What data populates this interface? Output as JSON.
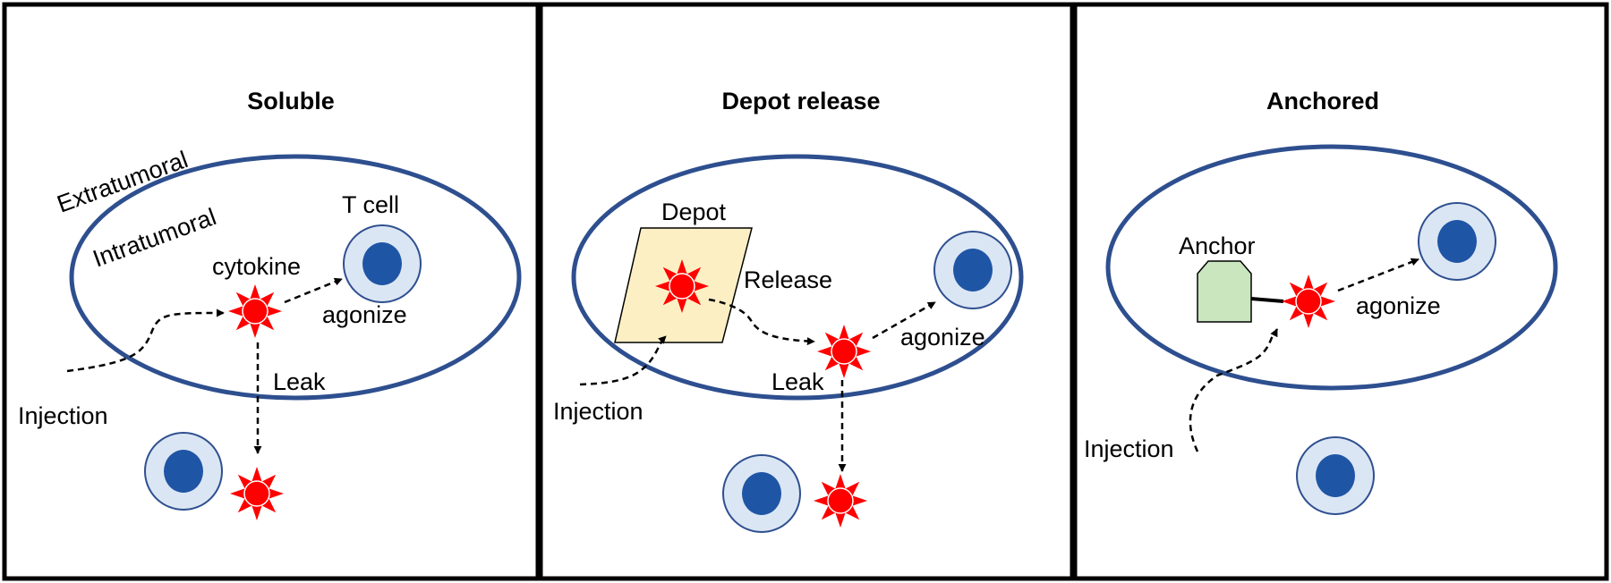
{
  "panels": [
    {
      "title": "Soluble",
      "labels": {
        "extratumoral": "Extratumoral",
        "intratumoral": "Intratumoral",
        "t_cell": "T cell",
        "cytokine": "cytokine",
        "agonize": "agonize",
        "leak": "Leak",
        "injection": "Injection"
      }
    },
    {
      "title": "Depot release",
      "labels": {
        "depot": "Depot",
        "release": "Release",
        "agonize": "agonize",
        "leak": "Leak",
        "injection": "Injection"
      }
    },
    {
      "title": "Anchored",
      "labels": {
        "anchor": "Anchor",
        "agonize": "agonize",
        "injection": "Injection"
      }
    }
  ],
  "colors": {
    "tumor_outline": "#2e4f8f",
    "cell_outer": "#dbe6f4",
    "cell_outer_stroke": "#2e4f8f",
    "cell_nucleus": "#1f55a5",
    "cytokine": "#ff0000",
    "depot_fill": "#fcefc4",
    "anchor_fill": "#c9e6bf",
    "panel_border": "#000000"
  },
  "icons": {
    "cytokine": "red-star-burst",
    "cell": "t-cell-circle",
    "depot": "parallelogram-depot",
    "anchor": "green-pentagon-anchor"
  }
}
